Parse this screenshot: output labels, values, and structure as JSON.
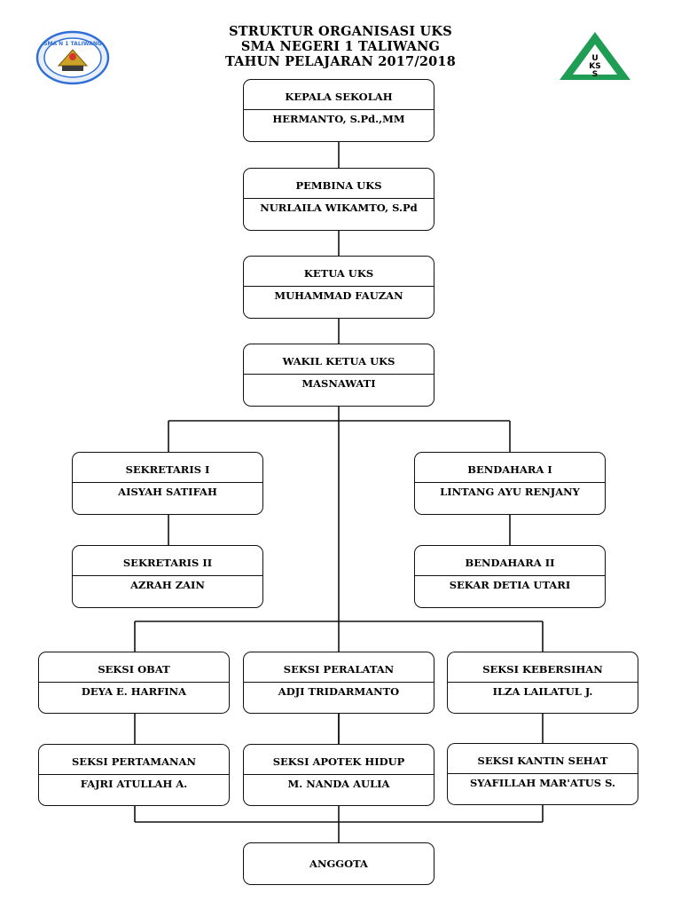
{
  "header": {
    "title_line1": "STRUKTUR ORGANISASI UKS",
    "title_line2": "SMA NEGERI 1 TALIWANG",
    "title_line3": "TAHUN PELAJARAN 2017/2018"
  },
  "logos": {
    "school_logo_text": "SMA N 1 TALIWANG",
    "uks_logo_text": "UKS",
    "uks_logo_color": "#1f9d55",
    "school_logo_color": "#2f6fd6"
  },
  "nodes": {
    "kepala": {
      "role": "KEPALA SEKOLAH",
      "name": "HERMANTO, S.Pd.,MM"
    },
    "pembina": {
      "role": "PEMBINA UKS",
      "name": "NURLAILA WIKAMTO, S.Pd"
    },
    "ketua": {
      "role": "KETUA UKS",
      "name": "MUHAMMAD FAUZAN"
    },
    "wakil": {
      "role": "WAKIL KETUA UKS",
      "name": "MASNAWATI"
    },
    "sekretaris1": {
      "role": "SEKRETARIS I",
      "name": "AISYAH SATIFAH"
    },
    "sekretaris2": {
      "role": "SEKRETARIS II",
      "name": "AZRAH ZAIN"
    },
    "bendahara1": {
      "role": "BENDAHARA I",
      "name": "LINTANG AYU RENJANY"
    },
    "bendahara2": {
      "role": "BENDAHARA II",
      "name": "SEKAR DETIA UTARI"
    },
    "obat": {
      "role": "SEKSI OBAT",
      "name": "DEYA E. HARFINA"
    },
    "peralatan": {
      "role": "SEKSI PERALATAN",
      "name": "ADJI TRIDARMANTO"
    },
    "kebersihan": {
      "role": "SEKSI KEBERSIHAN",
      "name": "ILZA LAILATUL J."
    },
    "pertamanan": {
      "role": "SEKSI PERTAMANAN",
      "name": "FAJRI ATULLAH A."
    },
    "apotek": {
      "role": "SEKSI APOTEK HIDUP",
      "name": "M. NANDA AULIA"
    },
    "kantin": {
      "role": "SEKSI KANTIN SEHAT",
      "name": "SYAFILLAH MAR'ATUS S."
    },
    "anggota": {
      "role": "ANGGOTA"
    }
  }
}
